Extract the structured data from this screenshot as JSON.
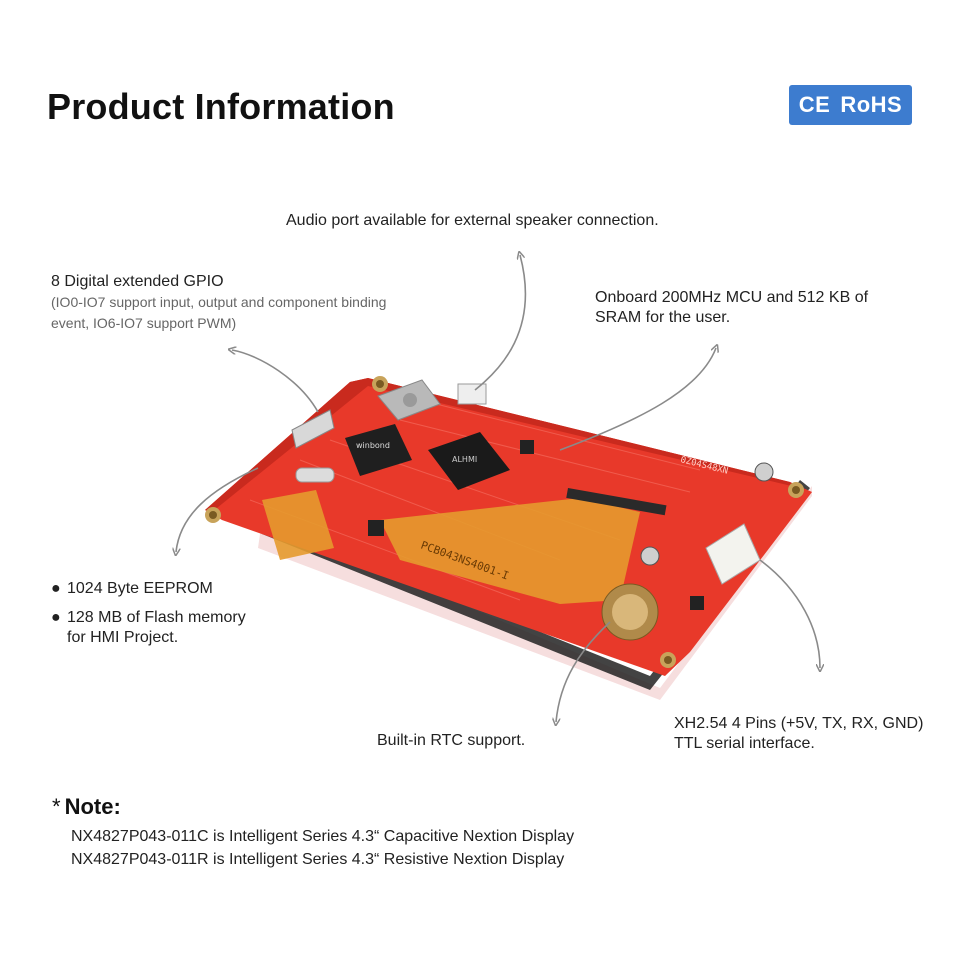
{
  "header": {
    "title": "Product Information",
    "certification": {
      "ce": "CE",
      "rohs": "RoHS"
    }
  },
  "callouts": {
    "audio": "Audio port available for external speaker connection.",
    "gpio": {
      "heading": "8 Digital extended GPIO",
      "detail_line1": "(IO0-IO7 support input, output and component binding",
      "detail_line2": "event, IO6-IO7 support PWM)"
    },
    "mcu": {
      "line1": "Onboard 200MHz MCU and 512 KB of",
      "line2": "SRAM for the user."
    },
    "eeprom": "1024 Byte EEPROM",
    "flash": {
      "line1": "128 MB of Flash memory",
      "line2": "for HMI Project."
    },
    "rtc": "Built-in RTC support.",
    "serial": {
      "line1": "XH2.54 4 Pins (+5V, TX, RX, GND)",
      "line2": "TTL serial interface."
    }
  },
  "board": {
    "chip1_marking": "winbond",
    "chip2_marking": "ALHMI",
    "fpc_marking": "PCB043NS4001-I",
    "silkscreen_marking": "0Z04S48XN"
  },
  "note": {
    "star": "*",
    "heading": "Note:",
    "line1": "NX4827P043-011C is Intelligent Series 4.3“ Capacitive Nextion Display",
    "line2": "NX4827P043-011R is Intelligent Series 4.3“ Resistive Nextion Display"
  },
  "colors": {
    "board_red": "#e8392a",
    "badge_blue": "#3d7ccf",
    "fpc_orange": "#e69a2e",
    "arrow_gray": "#8a8a8a"
  }
}
